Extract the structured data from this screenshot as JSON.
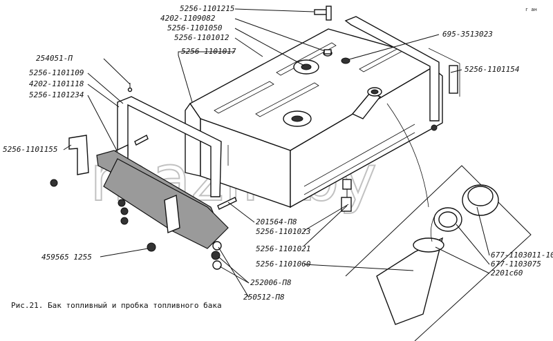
{
  "labels": {
    "l1": "5256-1101215",
    "l2": "4202-1109082",
    "l3": "5256-1101050",
    "l4": "5256-1101012",
    "l5": "5256-1101017",
    "l6": "695-3513023",
    "l7": "254051-П",
    "l8": "5256-1101109",
    "l9": "4202-1101118",
    "l10": "5256-1101234",
    "l11": "5256-1101154",
    "l12": "5256-1101155",
    "l13": "201564-П8",
    "l14": "5256-1101023",
    "l15": "5256-1101021",
    "l16": "5256-1101060",
    "l17": "677-1103011-10",
    "l18": "677-1103075",
    "l19": "2201с60",
    "l20": "459565 1255",
    "l21": "252006-П8",
    "l22": "250512-П8"
  },
  "caption": "Рис.21. Бак топливный и пробка топливного бака",
  "watermark": "mazik.by",
  "corner_mark": "г ан"
}
